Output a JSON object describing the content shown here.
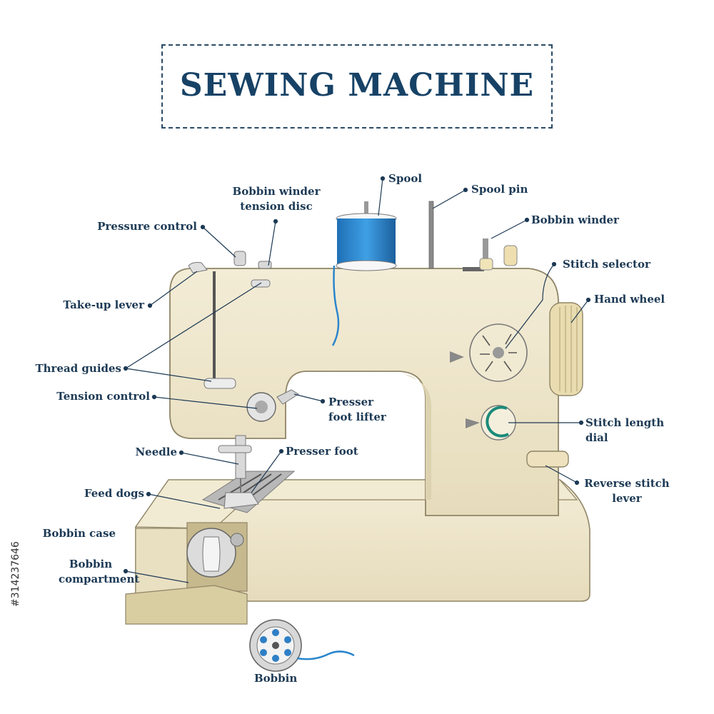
{
  "title": "SEWING MACHINE",
  "side_id": "#314237646",
  "labels": {
    "spool": "Spool",
    "spool_pin": "Spool pin",
    "bobbin_winder_tension_1": "Bobbin winder",
    "bobbin_winder_tension_2": "tension disc",
    "bobbin_winder": "Bobbin winder",
    "pressure_control": "Pressure control",
    "stitch_selector": "Stitch selector",
    "take_up_lever": "Take-up lever",
    "hand_wheel": "Hand wheel",
    "thread_guides": "Thread guides",
    "tension_control": "Tension control",
    "presser_foot_lifter_1": "Presser",
    "presser_foot_lifter_2": "foot lifter",
    "stitch_length_dial_1": "Stitch length",
    "stitch_length_dial_2": "dial",
    "needle": "Needle",
    "presser_foot": "Presser foot",
    "feed_dogs": "Feed dogs",
    "reverse_stitch_lever_1": "Reverse stitch",
    "reverse_stitch_lever_2": "lever",
    "bobbin_case": "Bobbin case",
    "bobbin_compartment_1": "Bobbin",
    "bobbin_compartment_2": "compartment",
    "bobbin": "Bobbin"
  },
  "colors": {
    "title": "#174266",
    "label": "#1d3a55",
    "machine_body": "#efe7cf",
    "machine_shadow": "#ddd2b0",
    "thread": "#2a86cc"
  }
}
